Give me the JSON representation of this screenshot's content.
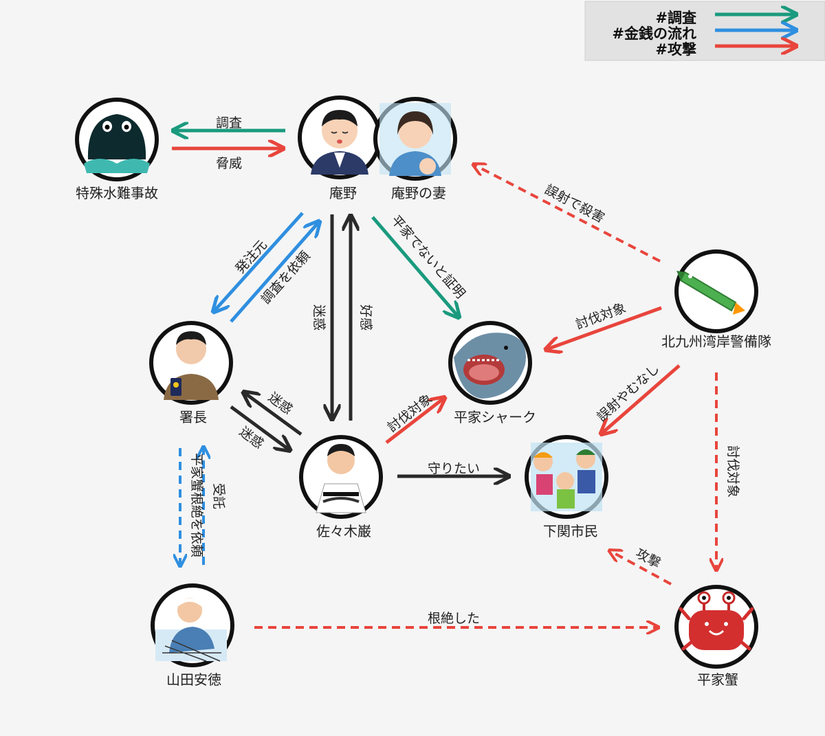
{
  "legend": {
    "items": [
      {
        "label": "#調査",
        "color": "#1a9a7e"
      },
      {
        "label": "#金銭の流れ",
        "color": "#2f8fe0"
      },
      {
        "label": "#攻撃",
        "color": "#e8453c"
      }
    ]
  },
  "colors": {
    "investigate": "#1a9a7e",
    "money": "#2f8fe0",
    "attack": "#e8453c",
    "relation": "#2a2a2a"
  },
  "nodes": {
    "tokushu": "特殊水難事故",
    "anno": "庵野",
    "anno_wife": "庵野の妻",
    "shocho": "署長",
    "sasaki": "佐々木巌",
    "shark": "平家シャーク",
    "keibitai": "北九州湾岸警備隊",
    "shimin": "下関市民",
    "yamada": "山田安徳",
    "kani": "平家蟹"
  },
  "edges": {
    "chosa": "調査",
    "kyoi": "脅威",
    "hacchumoto": "発注元",
    "chosa_irai": "調査を依頼",
    "meiwaku": "迷惑",
    "kokan": "好感",
    "shomei": "平家でないと証明",
    "gosha_satsugai": "誤射で殺害",
    "tobatsu": "討伐対象",
    "gosha_yamunashi": "誤射やむなし",
    "mamoritai": "守りたい",
    "konzetsu_irai": "平家蟹根絶を依頼",
    "jutaku": "受託",
    "konzetsu": "根絶した",
    "kogeki": "攻撃"
  }
}
